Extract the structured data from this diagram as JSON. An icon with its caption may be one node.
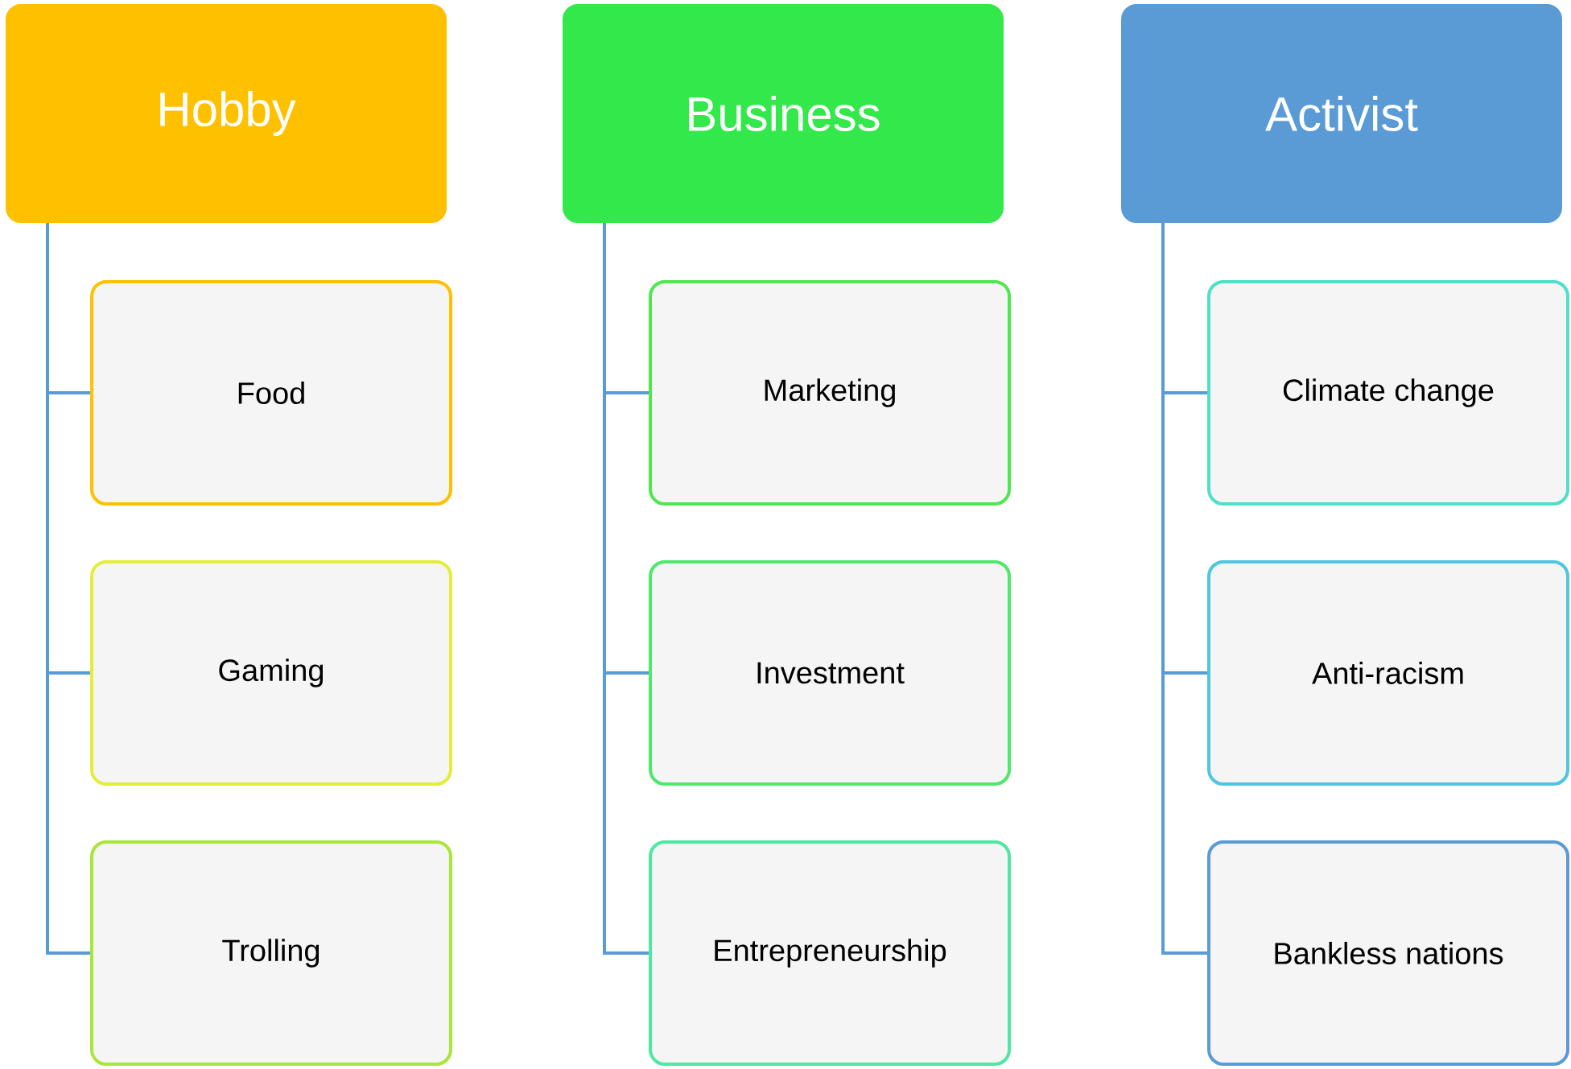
{
  "diagram": {
    "nodes": [
      {
        "text": [
          "Hobby"
        ]
      },
      {
        "text": [
          "Food"
        ]
      },
      {
        "text": [
          "Gaming"
        ]
      },
      {
        "text": [
          "Trolling"
        ]
      },
      {
        "text": [
          "Business"
        ]
      },
      {
        "text": [
          "Marketing"
        ]
      },
      {
        "text": [
          "Investment"
        ]
      },
      {
        "text": [
          "Entrepreneurship"
        ]
      },
      {
        "text": [
          "Activist"
        ]
      },
      {
        "text": [
          "Climate change"
        ]
      },
      {
        "text": [
          "Anti-racism"
        ]
      },
      {
        "text": [
          "Bankless nations"
        ]
      }
    ],
    "edges": [
      {
        "from": 0,
        "to": 1,
        "arrow": "none"
      },
      {
        "from": 0,
        "to": 2,
        "arrow": "none"
      },
      {
        "from": 0,
        "to": 3,
        "arrow": "none"
      },
      {
        "from": 4,
        "to": 5,
        "arrow": "none"
      },
      {
        "from": 4,
        "to": 6,
        "arrow": "none"
      },
      {
        "from": 4,
        "to": 7,
        "arrow": "none"
      },
      {
        "from": 8,
        "to": 9,
        "arrow": "none"
      },
      {
        "from": 8,
        "to": 10,
        "arrow": "none"
      },
      {
        "from": 8,
        "to": 11,
        "arrow": "none"
      }
    ]
  }
}
